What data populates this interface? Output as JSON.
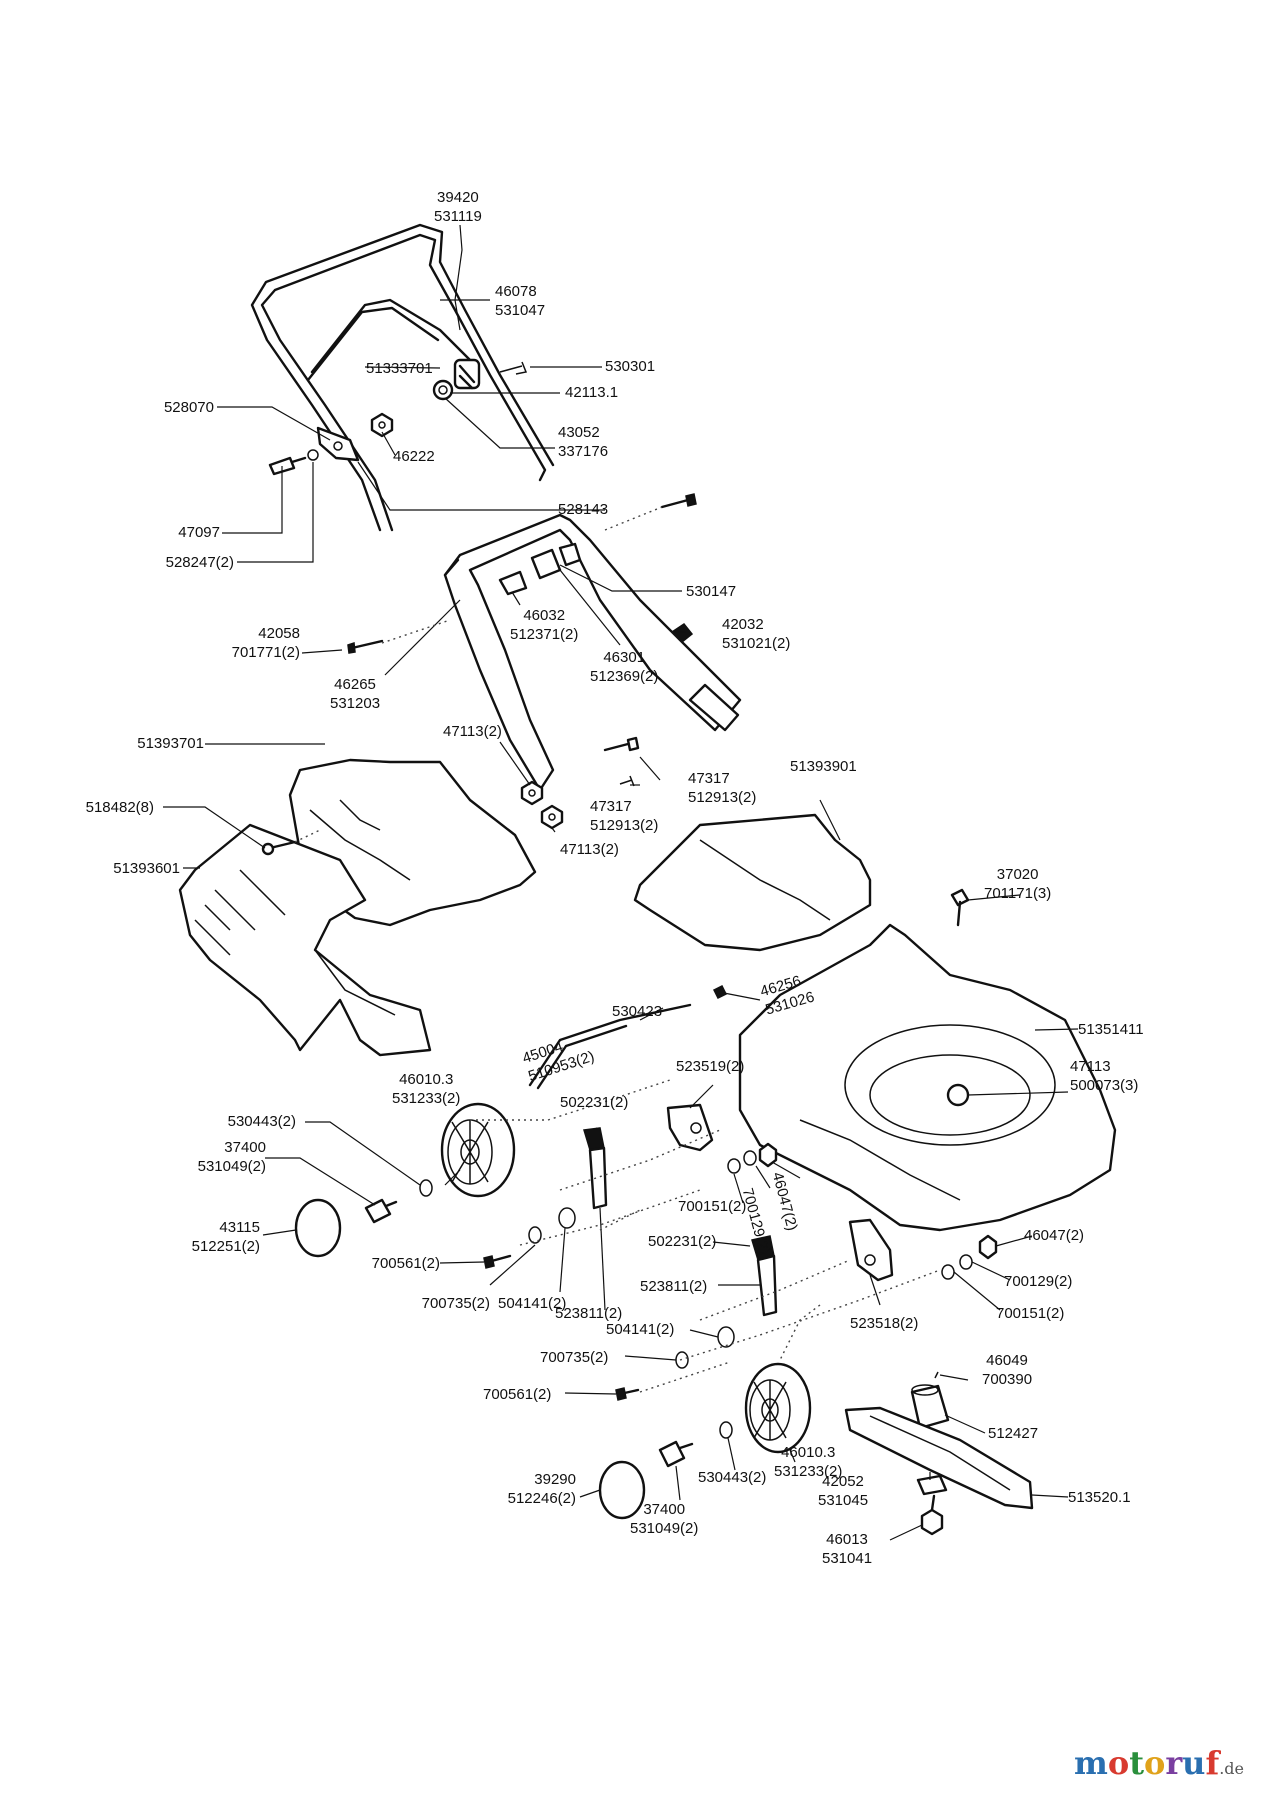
{
  "parts": {
    "handle_top": [
      "39420",
      "531119"
    ],
    "handle_clip": [
      "46078",
      "531047"
    ],
    "upper_handle_tube": "51333701",
    "bolt_upper": "530301",
    "knob_upper": "42113.1",
    "cable": [
      "43052",
      "337176"
    ],
    "bracket_528070": "528070",
    "nut_46222": "46222",
    "screw_47097": "47097",
    "washer_528247": "528247(2)",
    "cable_528143": "528143",
    "lower_handle": "530147",
    "clip_46032": [
      "46032",
      "512371(2)"
    ],
    "clip_46301": [
      "46301",
      "512369(2)"
    ],
    "knob_42032": [
      "42032",
      "531021(2)"
    ],
    "bolt_42058": [
      "42058",
      "701771(2)"
    ],
    "handle_46265": [
      "46265",
      "531203"
    ],
    "nut_47113_a": "47113(2)",
    "nut_47113_b": "47113(2)",
    "bolt_47317_a": [
      "47317",
      "512913(2)"
    ],
    "bolt_47317_b": [
      "47317",
      "512913(2)"
    ],
    "grass_bag_top": "51393701",
    "screw_518482": "518482(8)",
    "grass_bag_bottom": "51393601",
    "rear_flap": "51393901",
    "screw_37020": [
      "37020",
      "701171(3)"
    ],
    "deck": "51351411",
    "adapter_47113": [
      "47113",
      "500073(3)"
    ],
    "spring_46256": [
      "46256",
      "531026"
    ],
    "rod_530423": "530423",
    "axle_45004": [
      "45004",
      "510953(2)"
    ],
    "wheel_rear": [
      "46010.3",
      "531233(2)"
    ],
    "washer_530443_rear": "530443(2)",
    "bolt_37400_rear": [
      "37400",
      "531049(2)"
    ],
    "cap_43115": [
      "43115",
      "512251(2)"
    ],
    "bracket_523519": "523519(2)",
    "lever_502231_a": "502231(2)",
    "nut_700151_a": "700151(2)",
    "washer_700129_a": "700129(2)",
    "nut_46047_a": "46047(2)",
    "screw_700561_a": "700561(2)",
    "washer_700735_a": "700735(2)",
    "washer_504141_a": "504141(2)",
    "bracket_523811_a": "523811(2)",
    "lever_502231_b": "502231(2)",
    "bracket_523811_b": "523811(2)",
    "washer_504141_b": "504141(2)",
    "washer_700735_b": "700735(2)",
    "screw_700561_b": "700561(2)",
    "bracket_523518": "523518(2)",
    "nut_46047_b": "46047(2)",
    "washer_700129_b": "700129(2)",
    "nut_700151_b": "700151(2)",
    "adapter_46049": [
      "46049",
      "700390"
    ],
    "hub_512427": "512427",
    "wheel_front": [
      "46010.3",
      "531233(2)"
    ],
    "washer_530443_front": "530443(2)",
    "cap_39290": [
      "39290",
      "512246(2)"
    ],
    "bolt_37400_front": [
      "37400",
      "531049(2)"
    ],
    "washer_42052": [
      "42052",
      "531045"
    ],
    "blade": "513520.1",
    "blade_bolt": [
      "46013",
      "531041"
    ]
  },
  "brand": {
    "name": "motoruf",
    "tld": ".de"
  },
  "colors": {
    "line": "#111111",
    "background": "#ffffff"
  }
}
